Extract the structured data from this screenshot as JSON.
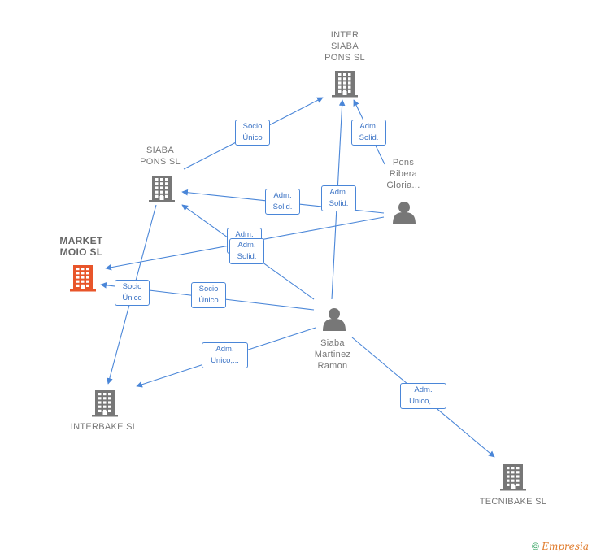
{
  "nodes": {
    "inter_siaba": {
      "label": "INTER\nSIABA\nPONS  SL",
      "type": "company",
      "color": "#777777"
    },
    "siaba_pons": {
      "label": "SIABA\nPONS  SL",
      "type": "company",
      "color": "#777777"
    },
    "market_moio": {
      "label": "MARKET\nMOIO  SL",
      "type": "company",
      "color": "#e8552a"
    },
    "interbake": {
      "label": "INTERBAKE SL",
      "type": "company",
      "color": "#777777"
    },
    "tecnibake": {
      "label": "TECNIBAKE  SL",
      "type": "company",
      "color": "#777777"
    },
    "pons_ribera": {
      "label": "Pons\nRibera\nGloria...",
      "type": "person",
      "color": "#777777"
    },
    "siaba_martinez": {
      "label": "Siaba\nMartinez\nRamon",
      "type": "person",
      "color": "#777777"
    }
  },
  "edges": [
    {
      "label": "Socio\nÚnico"
    },
    {
      "label": "Adm.\nSolid."
    },
    {
      "label": "Adm.\nSolid."
    },
    {
      "label": "Adm.\nSolid."
    },
    {
      "label": "Adm.\nSolid."
    },
    {
      "label": "Adm.\nSolid."
    },
    {
      "label": "Socio\nÚnico"
    },
    {
      "label": "Socio\nÚnico"
    },
    {
      "label": "Adm.\nUnico,..."
    },
    {
      "label": "Adm.\nUnico,..."
    }
  ],
  "footer": {
    "copyright": "©",
    "brand": "Empresia"
  },
  "colors": {
    "edge": "#4a86d8",
    "icon": "#777777",
    "highlight": "#e8552a"
  }
}
